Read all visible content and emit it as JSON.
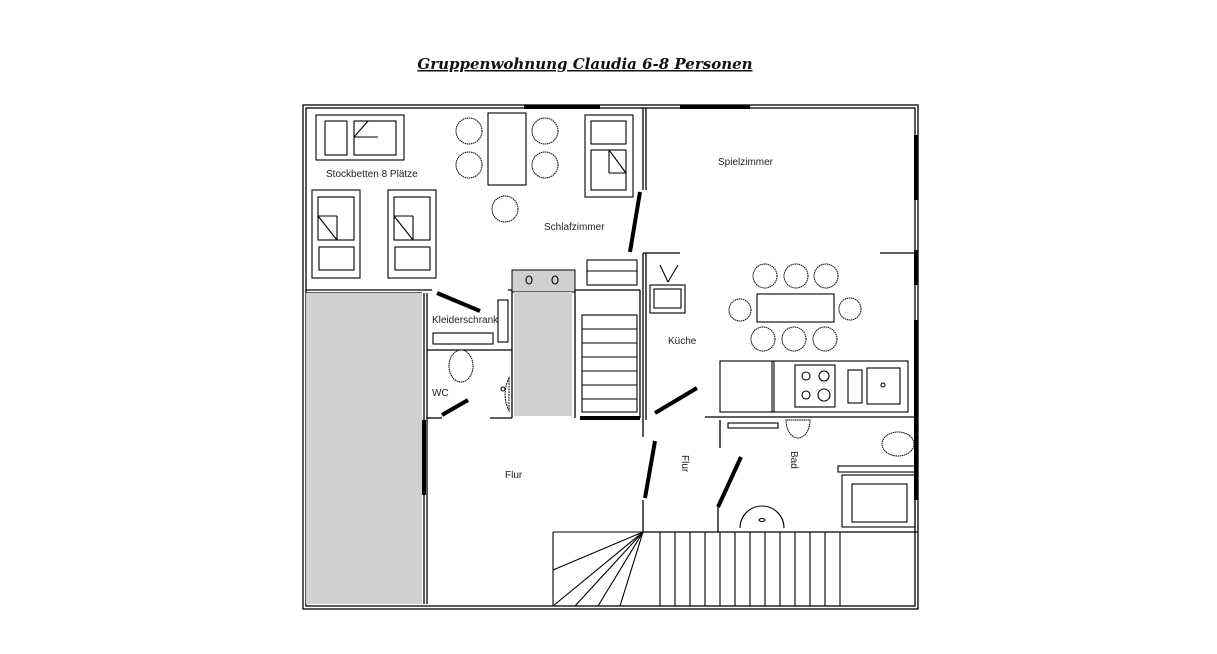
{
  "title": "Gruppenwohnung Claudia 6-8 Personen",
  "rooms": {
    "stockbetten": "Stockbetten 8 Plätze",
    "schlafzimmer": "Schlafzimmer",
    "spielzimmer": "Spielzimmer",
    "kleiderschrank": "Kleiderschrank",
    "wc": "WC",
    "kueche": "Küche",
    "flur": "Flur",
    "flur2": "Flur",
    "bad": "Bad"
  }
}
